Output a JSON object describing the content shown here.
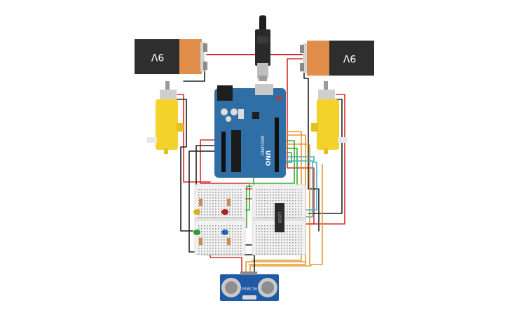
{
  "battery_left": {
    "label": "9V"
  },
  "battery_right": {
    "label": "9V"
  },
  "arduino": {
    "logo_text": "ARDUINO",
    "model_text": "UNO"
  },
  "motor_driver": {
    "label": "L293D"
  },
  "ultrasonic_sensor": {
    "label": "HC-SR04"
  },
  "colors": {
    "board_blue": "#2f6fa6",
    "battery_orange": "#e08e4a",
    "battery_black": "#2e2e2e",
    "motor_yellow": "#f2d22b",
    "wire_red": "#d62b2b",
    "wire_black": "#222222",
    "wire_orange": "#e39b2f",
    "wire_green": "#3aa63a",
    "wire_cyan": "#3bb2c6",
    "breadboard": "#f1f1f1"
  },
  "leds": [
    {
      "name": "yellow-led",
      "color": "#d6b31f"
    },
    {
      "name": "red-led",
      "color": "#b21f1f"
    },
    {
      "name": "green-led",
      "color": "#2f9c2f"
    },
    {
      "name": "blue-led",
      "color": "#2a63b4"
    }
  ]
}
